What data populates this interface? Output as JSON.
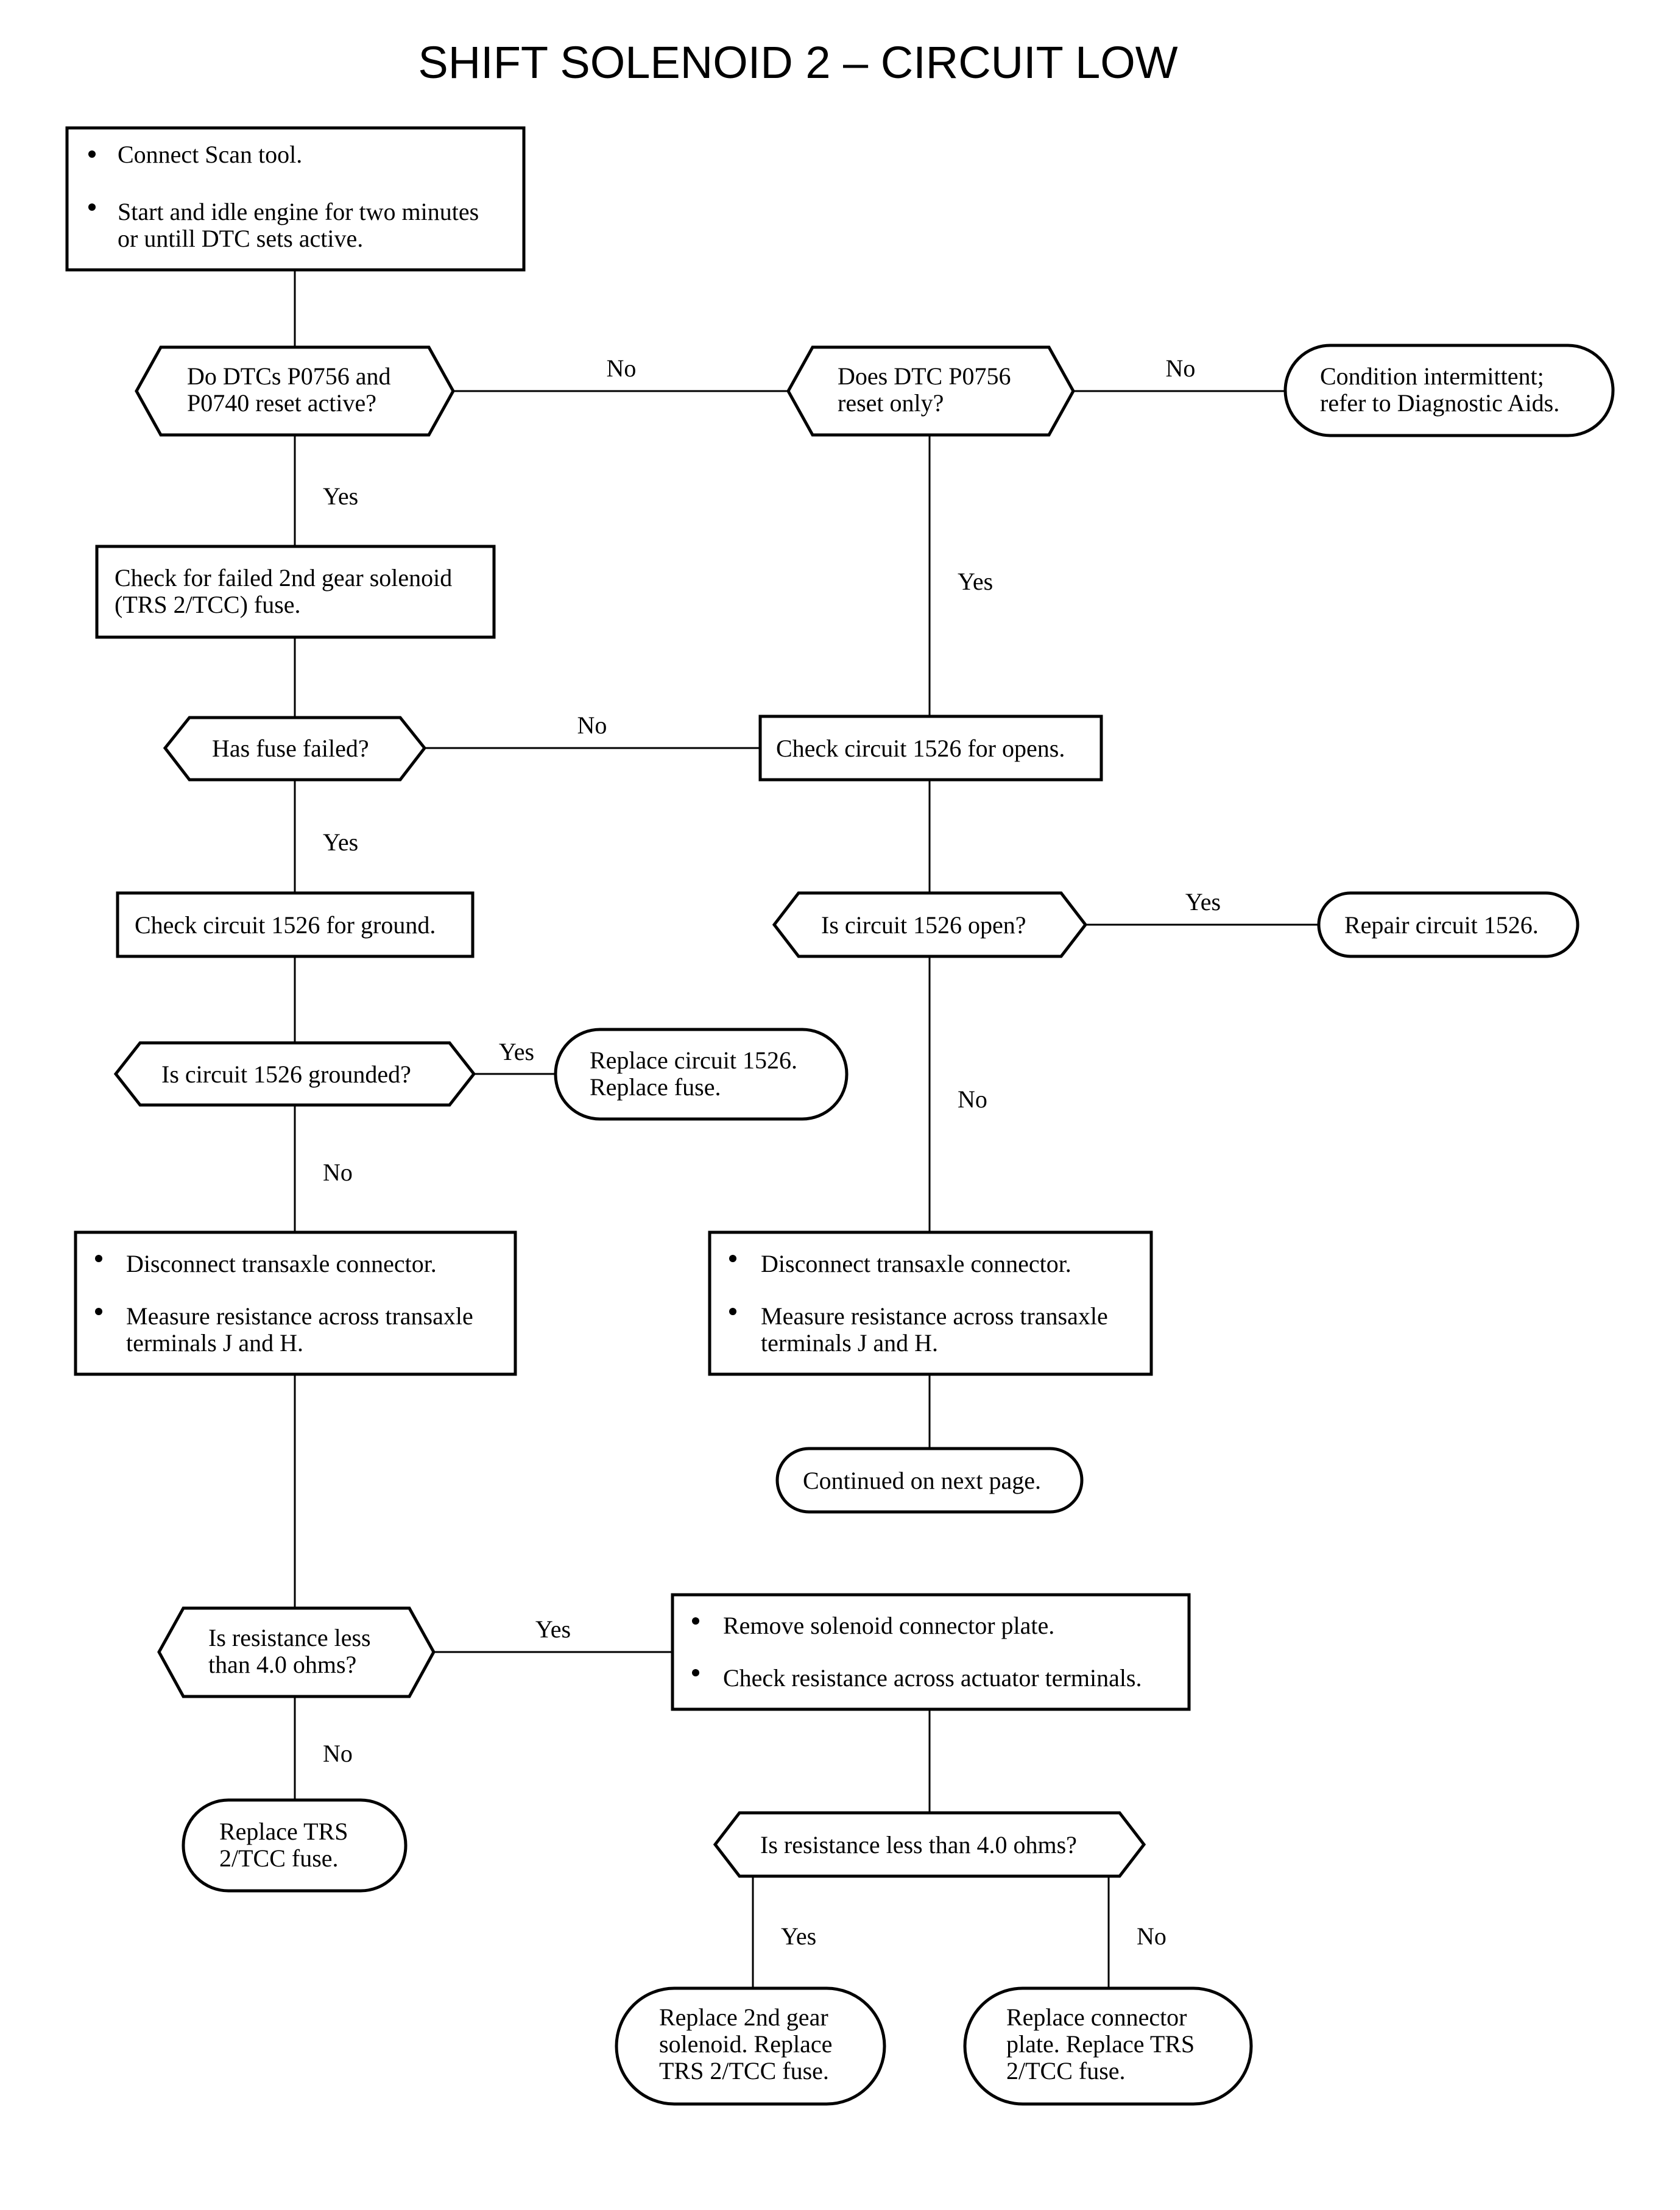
{
  "title": "SHIFT SOLENOID 2 – CIRCUIT LOW",
  "steps": {
    "start": {
      "bullets": [
        "Connect Scan tool.",
        [
          "Start and idle engine for two minutes",
          "or untill DTC sets active."
        ]
      ]
    },
    "q_dtcs_both": {
      "lines": [
        "Do DTCs P0756 and",
        "P0740 reset active?"
      ]
    },
    "q_dtc_only": {
      "lines": [
        "Does DTC P0756",
        "reset only?"
      ]
    },
    "intermittent": {
      "lines": [
        "Condition intermittent;",
        "refer to Diagnostic Aids."
      ]
    },
    "check_fuse": {
      "lines": [
        "Check for failed 2nd gear solenoid",
        "(TRS 2/TCC) fuse."
      ]
    },
    "q_fuse_failed": {
      "lines": [
        "Has fuse failed?"
      ]
    },
    "check_opens": {
      "lines": [
        "Check circuit 1526 for opens."
      ]
    },
    "check_ground": {
      "lines": [
        "Check circuit 1526 for ground."
      ]
    },
    "q_open": {
      "lines": [
        "Is circuit 1526 open?"
      ]
    },
    "repair": {
      "lines": [
        "Repair circuit 1526."
      ]
    },
    "q_grounded": {
      "lines": [
        "Is circuit 1526 grounded?"
      ]
    },
    "replace_circuit": {
      "lines": [
        "Replace circuit 1526.",
        "Replace fuse."
      ]
    },
    "disconnect_left": {
      "bullets": [
        "Disconnect transaxle connector.",
        [
          "Measure resistance across transaxle",
          "terminals J and H."
        ]
      ]
    },
    "disconnect_right": {
      "bullets": [
        "Disconnect transaxle connector.",
        [
          "Measure resistance across transaxle",
          "terminals J and H."
        ]
      ]
    },
    "continued": {
      "lines": [
        "Continued on next page."
      ]
    },
    "q_res_left": {
      "lines": [
        "Is resistance less",
        "than 4.0 ohms?"
      ]
    },
    "remove_plate": {
      "bullets": [
        "Remove solenoid connector plate.",
        "Check resistance across actuator terminals."
      ]
    },
    "replace_fuse": {
      "lines": [
        "Replace TRS",
        "2/TCC fuse."
      ]
    },
    "q_res_right": {
      "lines": [
        "Is resistance less than 4.0 ohms?"
      ]
    },
    "replace_solenoid": {
      "lines": [
        "Replace 2nd gear",
        "solenoid. Replace",
        "TRS 2/TCC fuse."
      ]
    },
    "replace_plate": {
      "lines": [
        "Replace connector",
        "plate. Replace TRS",
        "2/TCC fuse."
      ]
    }
  },
  "edges": {
    "e1": "No",
    "e2": "No",
    "e3": "Yes",
    "e4": "Yes",
    "e5": "No",
    "e6": "Yes",
    "e7": "Yes",
    "e8": "No",
    "e9": "Yes",
    "e10": "No",
    "e11": "Yes",
    "e12": "No",
    "e13": "Yes",
    "e14": "No"
  }
}
